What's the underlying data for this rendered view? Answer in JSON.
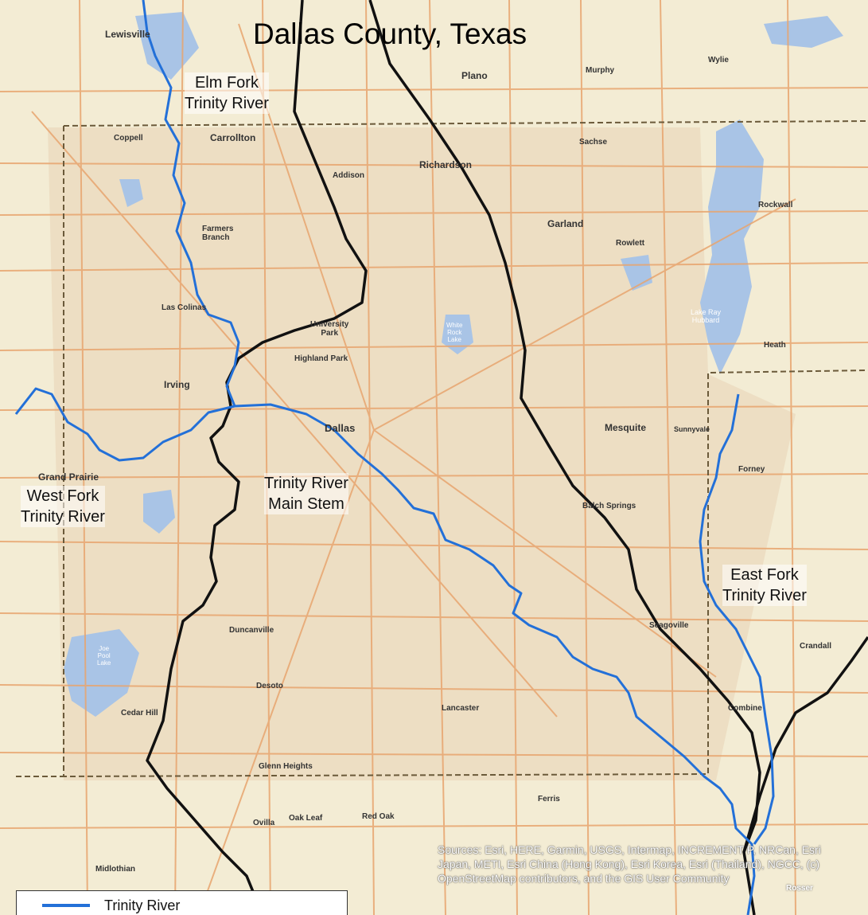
{
  "title": "Dallas County, Texas",
  "rivers": {
    "elm_fork": "Elm Fork\nTrinity River",
    "west_fork": "West Fork\nTrinity River",
    "main_stem": "Trinity River\nMain Stem",
    "east_fork": "East Fork\nTrinity River"
  },
  "cities": {
    "lewisville": "Lewisville",
    "plano": "Plano",
    "murphy": "Murphy",
    "wylie": "Wylie",
    "coppell": "Coppell",
    "carrollton": "Carrollton",
    "addison": "Addison",
    "richardson": "Richardson",
    "sachse": "Sachse",
    "garland": "Garland",
    "rowlett": "Rowlett",
    "rockwall": "Rockwall",
    "farmers_branch": "Farmers\nBranch",
    "las_colinas": "Las Colinas",
    "university_park": "University\nPark",
    "highland_park": "Highland Park",
    "lake_ray_hubbard": "Lake Ray\nHubbard",
    "heath": "Heath",
    "irving": "Irving",
    "dallas": "Dallas",
    "mesquite": "Mesquite",
    "sunnyvale": "Sunnyvale",
    "grand_prairie": "Grand Prairie",
    "forney": "Forney",
    "balch_springs": "Balch Springs",
    "duncanville": "Duncanville",
    "seagoville": "Seagoville",
    "crandall": "Crandall",
    "desoto": "Desoto",
    "cedar_hill": "Cedar Hill",
    "lancaster": "Lancaster",
    "combine": "Combine",
    "glenn_heights": "Glenn Heights",
    "ferris": "Ferris",
    "ovilla": "Ovilla",
    "oak_leaf": "Oak Leaf",
    "red_oak": "Red Oak",
    "midlothian": "Midlothian",
    "rosser": "Rosser",
    "white_rock_lake": "White\nRock\nLake",
    "joe_pool_lake": "Joe\nPool\nLake"
  },
  "attribution": "Sources: Esri, HERE, Garmin, USGS, Intermap, INCREMENT P, NRCan, Esri Japan, METI, Esri China (Hong Kong), Esri Korea, Esri (Thailand), NGCC, (c) OpenStreetMap contributors, and the GIS User Community",
  "legend": {
    "item": "Trinity River"
  },
  "colors": {
    "river": "#2370d8",
    "watershed_boundary": "#111111",
    "county_boundary": "#6b5a3a",
    "water": "#a9c4e6",
    "land": "#f3ecd4",
    "roads": "#e8a56f"
  }
}
